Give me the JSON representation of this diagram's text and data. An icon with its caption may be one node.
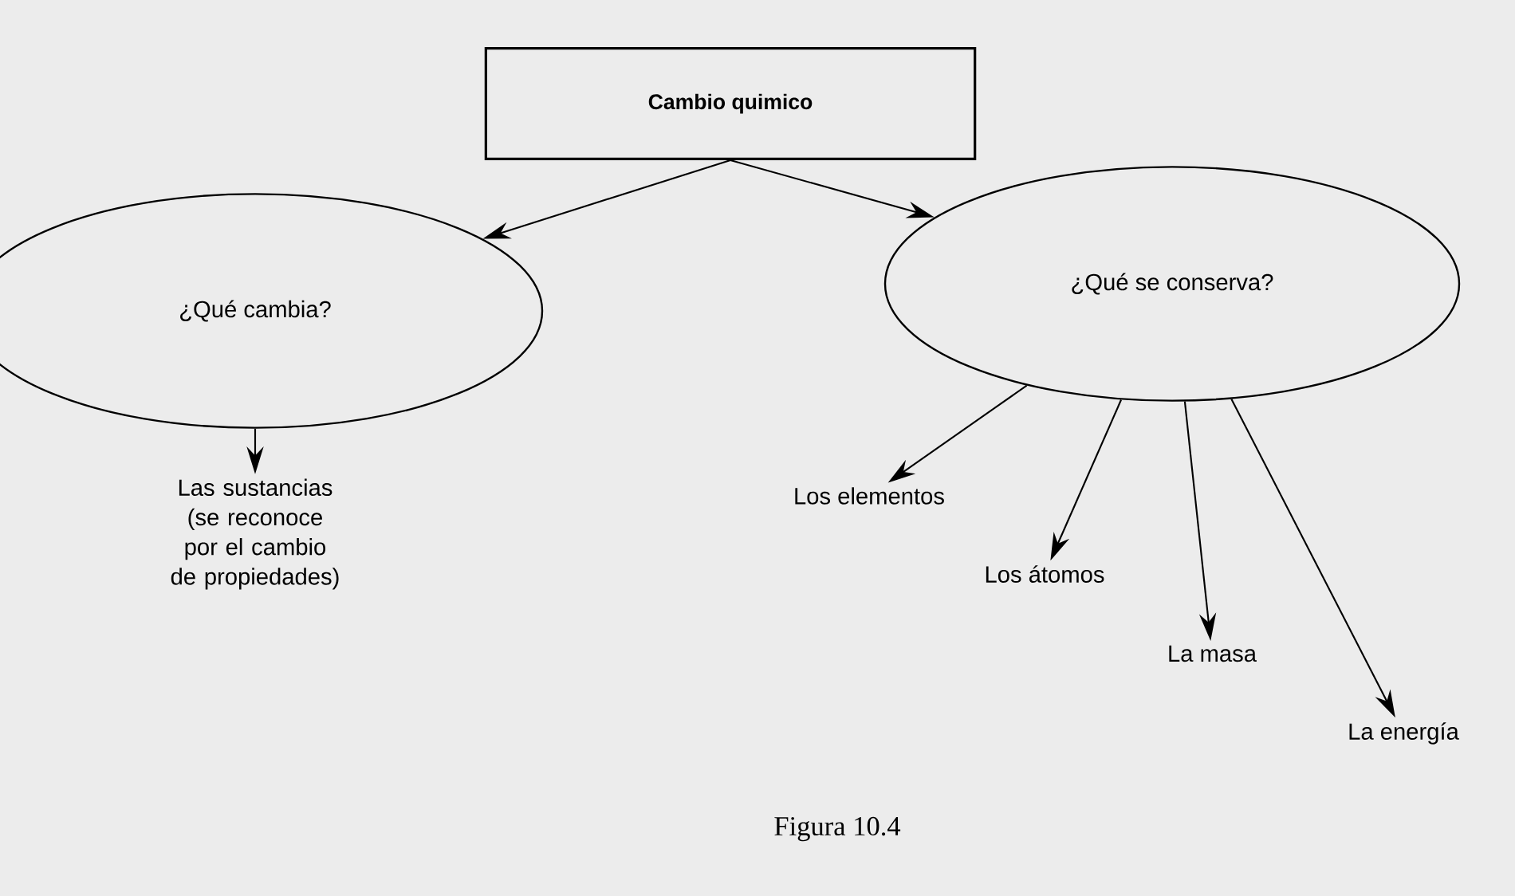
{
  "diagram": {
    "caption": "Figura 10.4",
    "nodes": [
      {
        "text": [
          "Cambio quimico"
        ]
      },
      {
        "text": [
          "¿Qué cambia?"
        ]
      },
      {
        "text": [
          "¿Qué se conserva?"
        ]
      },
      {
        "text": [
          "Las sustancias (se reconoce por el cambio de propiedades)"
        ]
      },
      {
        "text": [
          "Los elementos"
        ]
      },
      {
        "text": [
          "Los átomos"
        ]
      },
      {
        "text": [
          "La masa"
        ]
      },
      {
        "text": [
          "La energía"
        ]
      }
    ],
    "edges": [
      {
        "from": 0,
        "to": 1,
        "arrow": "to"
      },
      {
        "from": 0,
        "to": 2,
        "arrow": "to"
      },
      {
        "from": 1,
        "to": 3,
        "arrow": "to"
      },
      {
        "from": 2,
        "to": 4,
        "arrow": "to"
      },
      {
        "from": 2,
        "to": 5,
        "arrow": "to"
      },
      {
        "from": 2,
        "to": 6,
        "arrow": "to"
      },
      {
        "from": 2,
        "to": 7,
        "arrow": "to"
      }
    ]
  }
}
